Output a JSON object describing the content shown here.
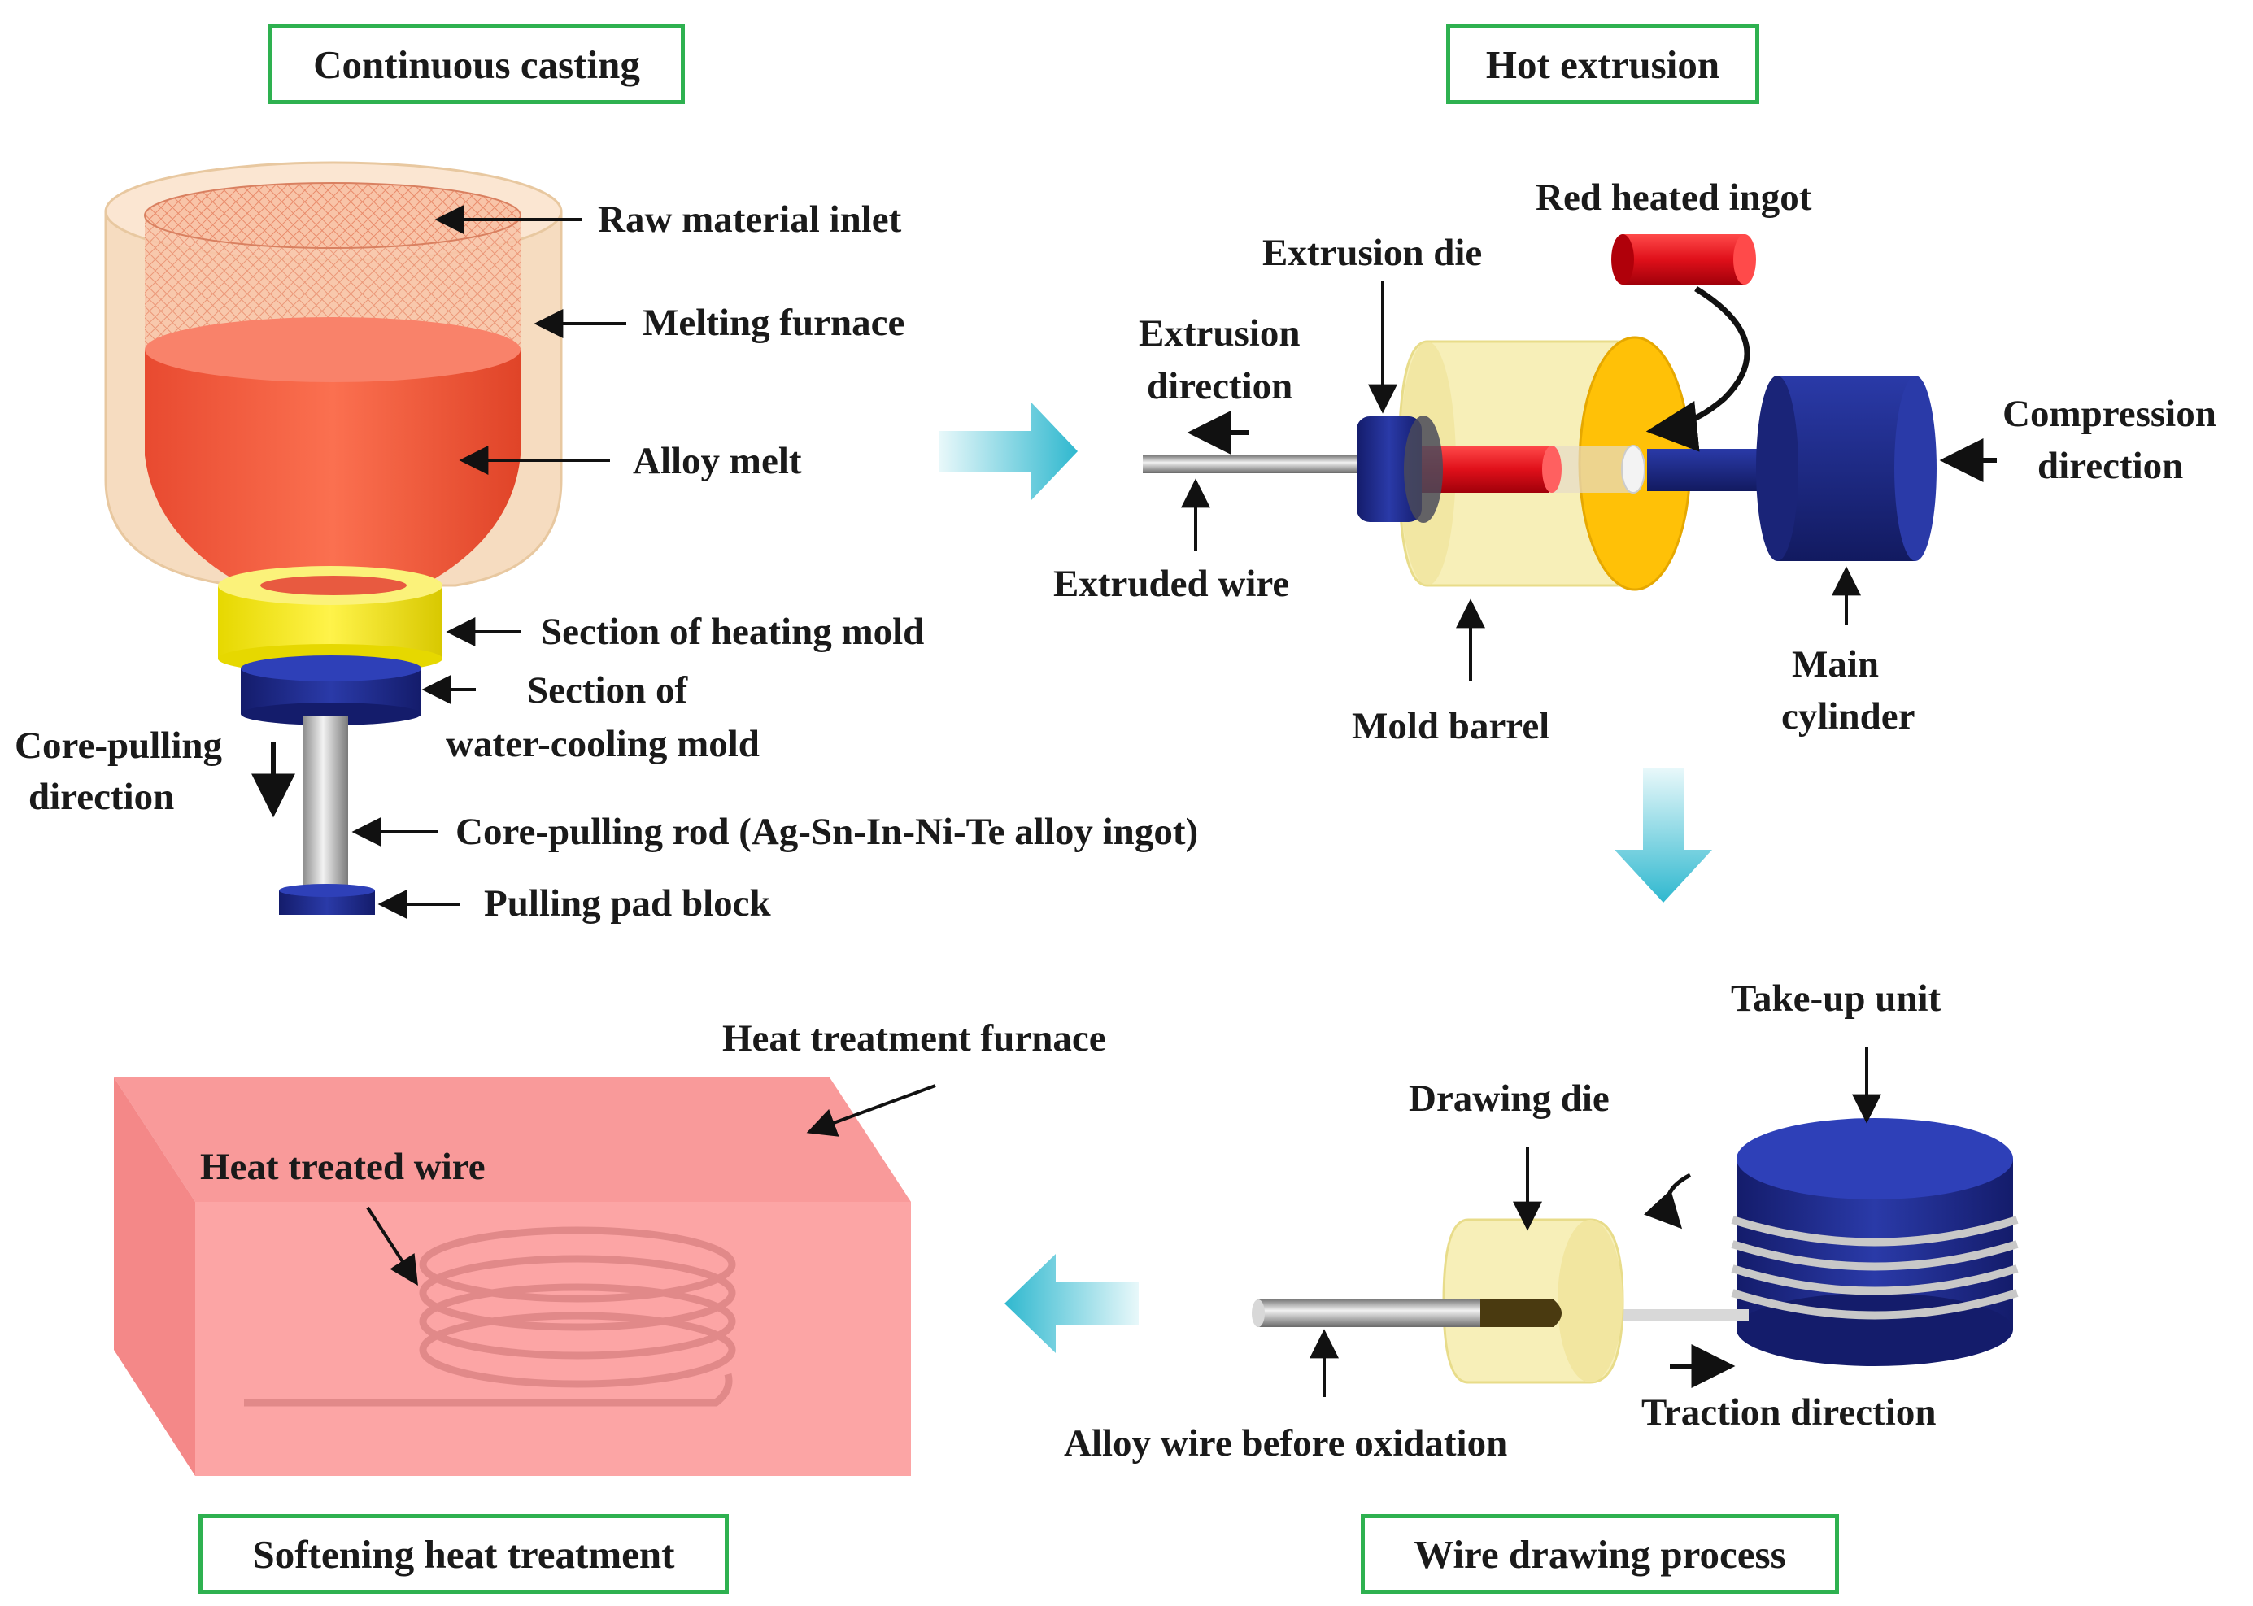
{
  "stages": {
    "continuous_casting": "Continuous casting",
    "hot_extrusion": "Hot extrusion",
    "softening_heat_treatment": "Softening heat treatment",
    "wire_drawing_process": "Wire drawing process"
  },
  "casting": {
    "raw_material_inlet": "Raw material inlet",
    "melting_furnace": "Melting furnace",
    "alloy_melt": "Alloy melt",
    "heating_mold": "Section of heating mold",
    "water_cooling_mold_1": "Section of",
    "water_cooling_mold_2": "water-cooling mold",
    "core_pulling_direction_1": "Core-pulling",
    "core_pulling_direction_2": "direction",
    "core_pulling_rod": "Core-pulling rod (Ag-Sn-In-Ni-Te alloy ingot)",
    "pulling_pad_block": "Pulling pad block"
  },
  "extrusion": {
    "red_heated_ingot": "Red heated ingot",
    "extrusion_die": "Extrusion die",
    "extrusion_direction_1": "Extrusion",
    "extrusion_direction_2": "direction",
    "compression_direction_1": "Compression",
    "compression_direction_2": "direction",
    "extruded_wire": "Extruded wire",
    "mold_barrel": "Mold barrel",
    "main_cylinder_1": "Main",
    "main_cylinder_2": "cylinder"
  },
  "drawing": {
    "take_up_unit": "Take-up unit",
    "drawing_die": "Drawing die",
    "traction_direction": "Traction direction",
    "alloy_wire_before_oxidation": "Alloy wire before oxidation"
  },
  "heat_treatment": {
    "furnace": "Heat treatment furnace",
    "heat_treated_wire": "Heat treated wire"
  },
  "colors": {
    "stage_border": "#2eb150",
    "melt": "#f85a3c",
    "furnace_shell": "#f5d5b0",
    "heating_mold": "#f2e800",
    "navy": "#1e2a8a",
    "mold_barrel": "#f5ecb0",
    "barrel_face": "#ffc107",
    "ingot_red": "#e0101a",
    "flow_arrow": "#4fc3d6",
    "heat_furnace": "#f9a0a0"
  }
}
